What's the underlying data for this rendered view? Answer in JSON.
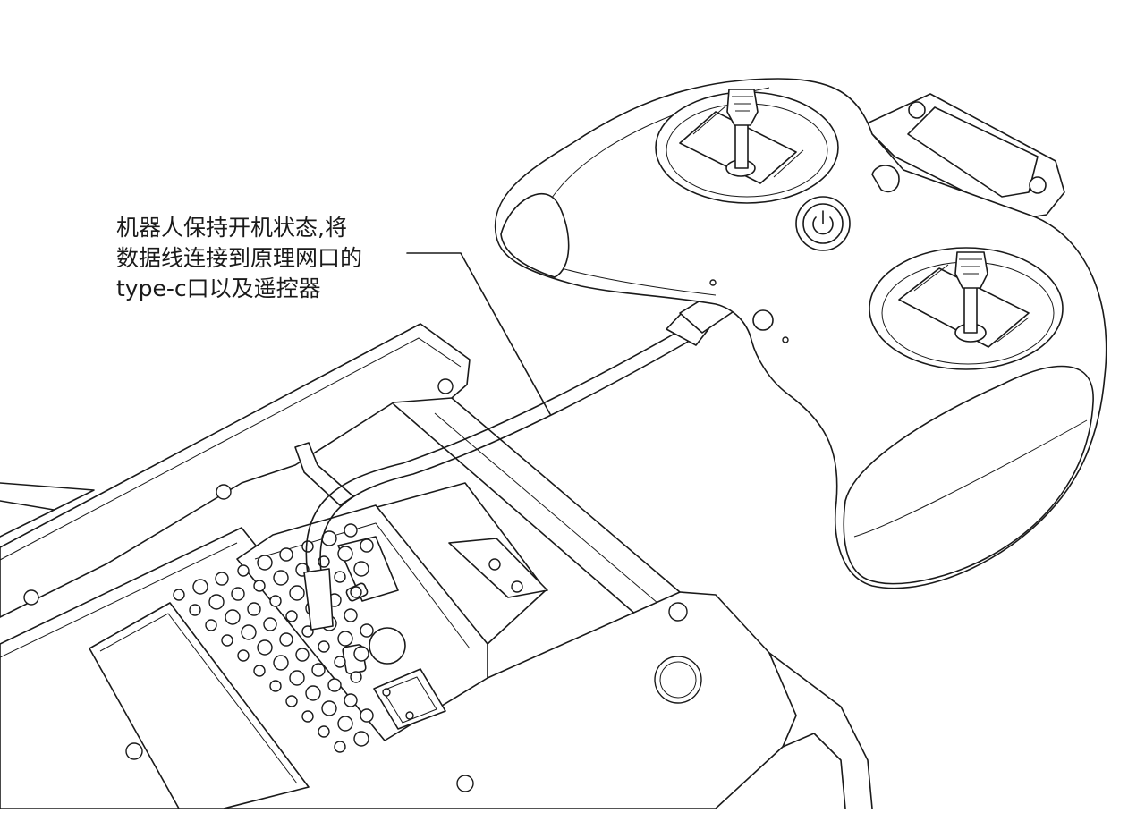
{
  "callout": {
    "lines": [
      "机器人保持开机状态,将",
      "数据线连接到原理网口的",
      "type-c口以及遥控器"
    ]
  },
  "palette": {
    "line": "#1a1a1a",
    "background": "#ffffff"
  }
}
